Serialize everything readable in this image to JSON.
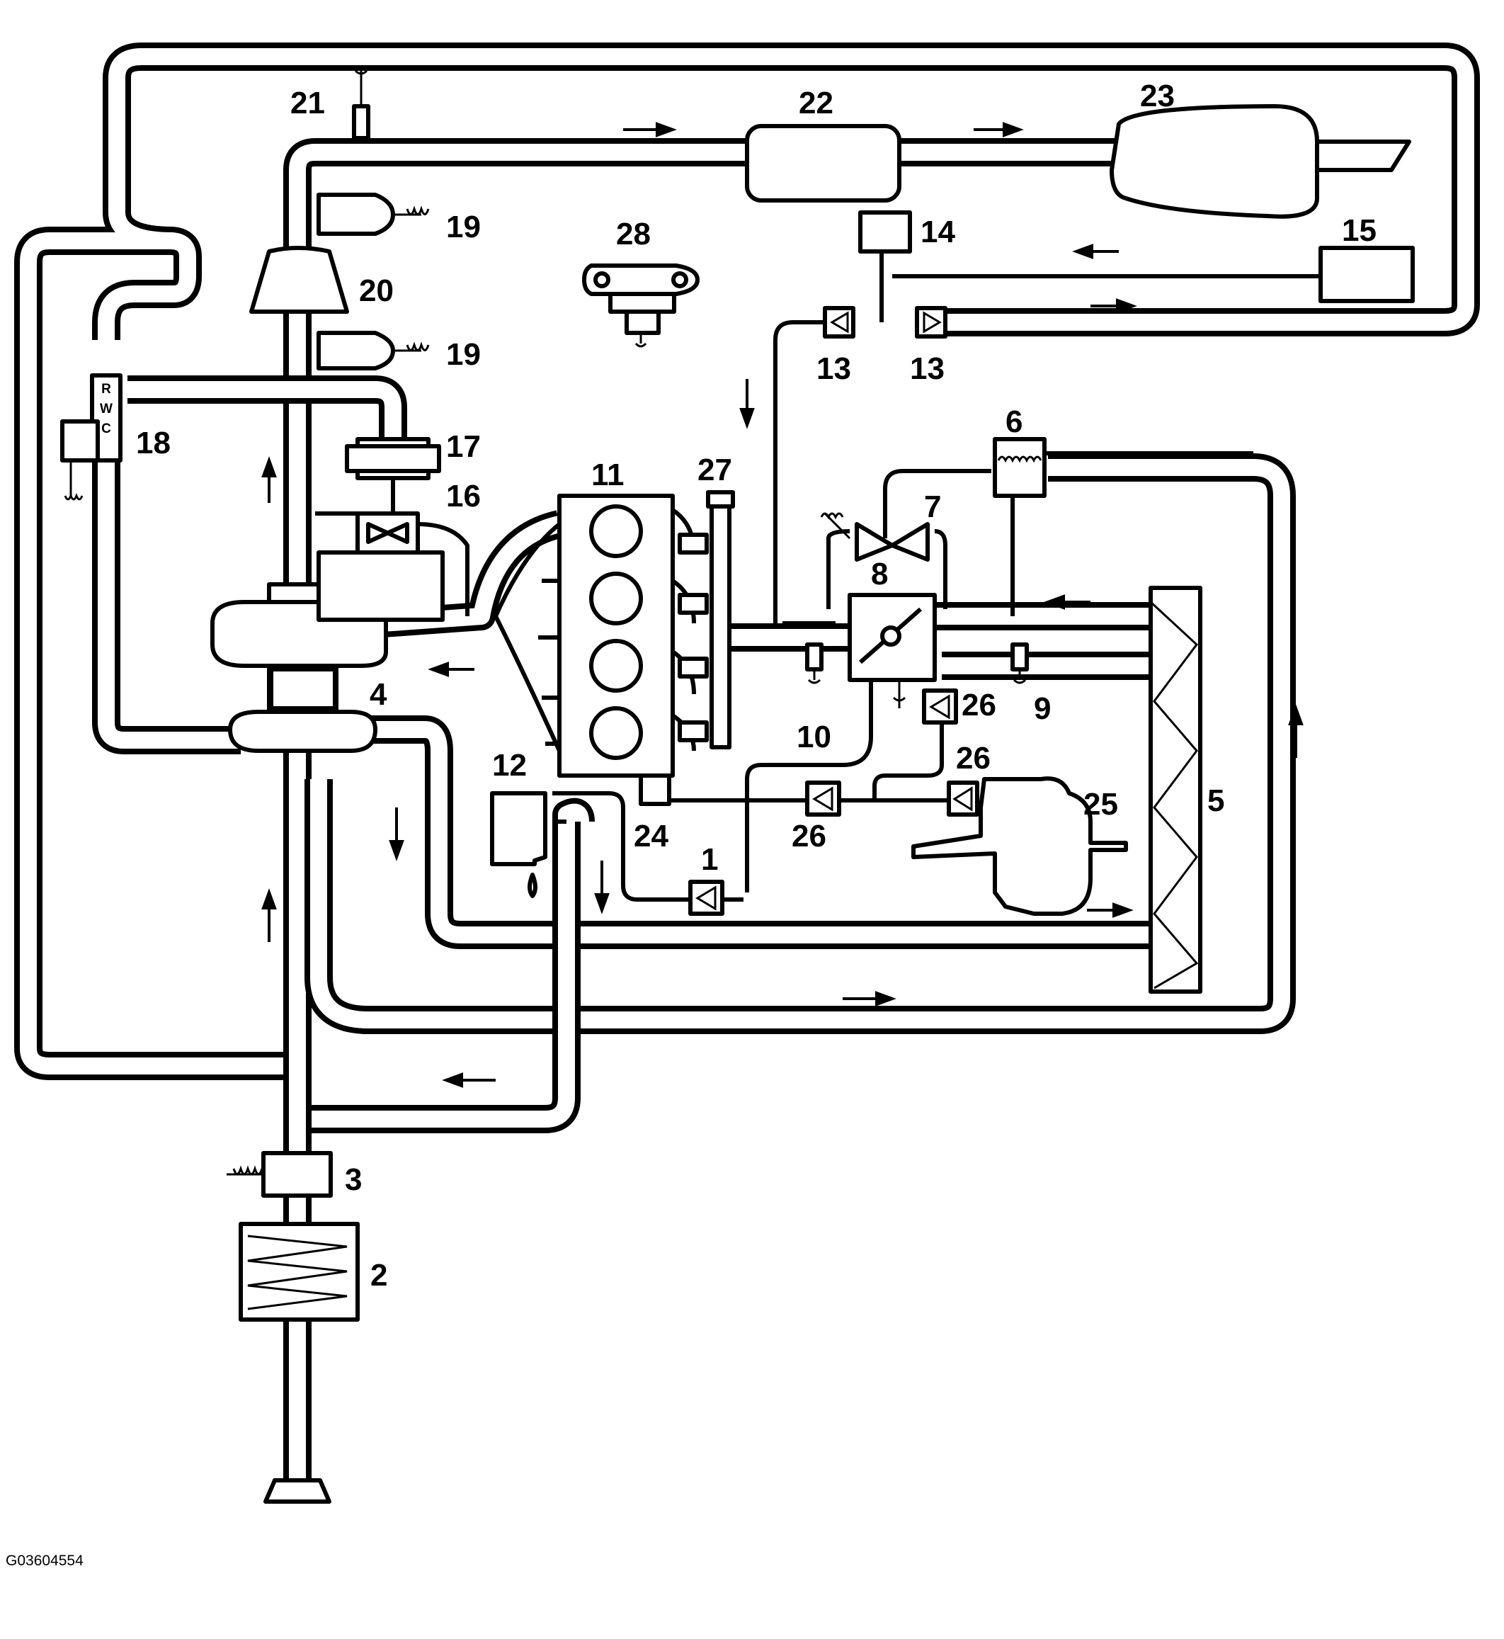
{
  "figure_id": "G03604554",
  "labels": {
    "c1": "1",
    "c2": "2",
    "c3": "3",
    "c4": "4",
    "c5": "5",
    "c6": "6",
    "c7": "7",
    "c8": "8",
    "c9": "9",
    "c10": "10",
    "c11": "11",
    "c12": "12",
    "c13a": "13",
    "c13b": "13",
    "c14": "14",
    "c15": "15",
    "c16": "16",
    "c17": "17",
    "c18": "18",
    "c19a": "19",
    "c19b": "19",
    "c20": "20",
    "c21": "21",
    "c22": "22",
    "c23": "23",
    "c24": "24",
    "c25": "25",
    "c26a": "26",
    "c26b": "26",
    "c26c": "26",
    "c27": "27",
    "c28": "28"
  },
  "valve_18_ports": {
    "r": "R",
    "w": "W",
    "c": "C"
  }
}
